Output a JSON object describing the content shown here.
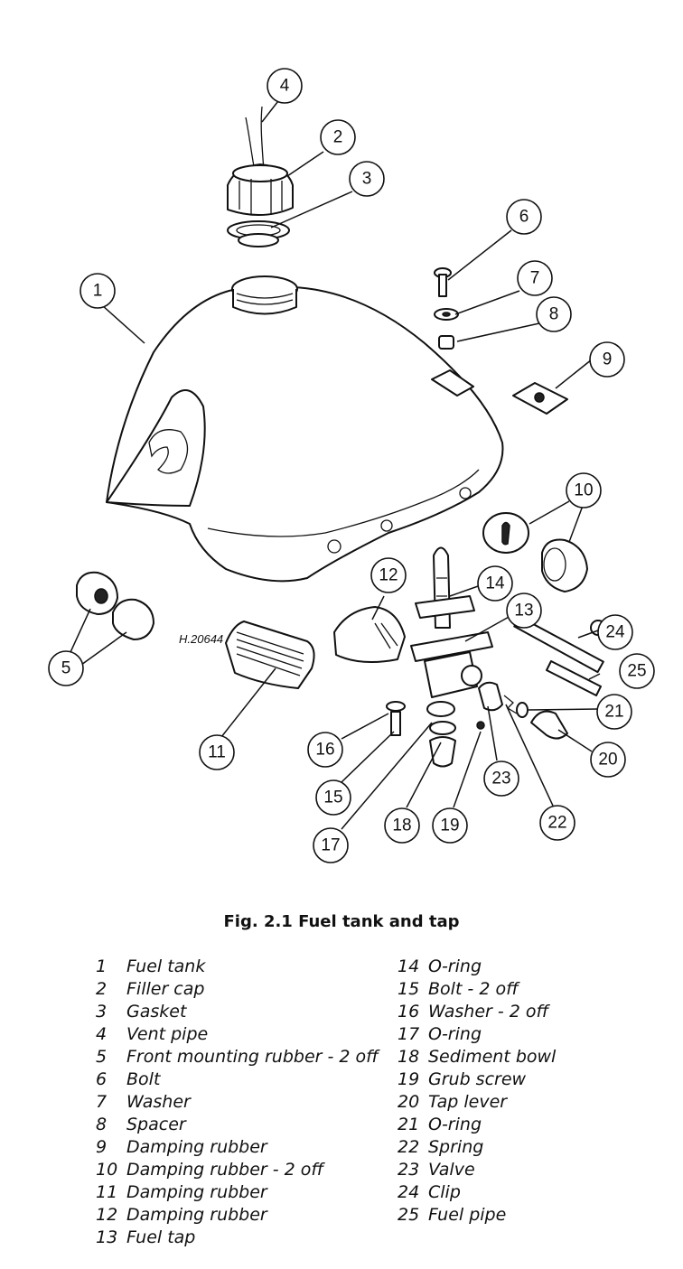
{
  "diagram": {
    "drawing_ref": "H.20644",
    "callouts": [
      "1",
      "2",
      "3",
      "4",
      "5",
      "6",
      "7",
      "8",
      "9",
      "10",
      "11",
      "12",
      "13",
      "14",
      "15",
      "16",
      "17",
      "18",
      "19",
      "20",
      "21",
      "22",
      "23",
      "24",
      "25"
    ]
  },
  "caption": "Fig. 2.1 Fuel tank and tap",
  "legend": [
    {
      "num": "1",
      "label": "Fuel tank"
    },
    {
      "num": "2",
      "label": "Filler cap"
    },
    {
      "num": "3",
      "label": "Gasket"
    },
    {
      "num": "4",
      "label": "Vent pipe"
    },
    {
      "num": "5",
      "label": "Front mounting rubber - 2 off"
    },
    {
      "num": "6",
      "label": "Bolt"
    },
    {
      "num": "7",
      "label": "Washer"
    },
    {
      "num": "8",
      "label": "Spacer"
    },
    {
      "num": "9",
      "label": "Damping rubber"
    },
    {
      "num": "10",
      "label": "Damping rubber - 2 off"
    },
    {
      "num": "11",
      "label": "Damping rubber"
    },
    {
      "num": "12",
      "label": "Damping rubber"
    },
    {
      "num": "13",
      "label": "Fuel tap"
    },
    {
      "num": "14",
      "label": "O-ring"
    },
    {
      "num": "15",
      "label": "Bolt - 2 off"
    },
    {
      "num": "16",
      "label": "Washer - 2 off"
    },
    {
      "num": "17",
      "label": "O-ring"
    },
    {
      "num": "18",
      "label": "Sediment bowl"
    },
    {
      "num": "19",
      "label": "Grub screw"
    },
    {
      "num": "20",
      "label": "Tap lever"
    },
    {
      "num": "21",
      "label": "O-ring"
    },
    {
      "num": "22",
      "label": "Spring"
    },
    {
      "num": "23",
      "label": "Valve"
    },
    {
      "num": "24",
      "label": "Clip"
    },
    {
      "num": "25",
      "label": "Fuel pipe"
    }
  ]
}
